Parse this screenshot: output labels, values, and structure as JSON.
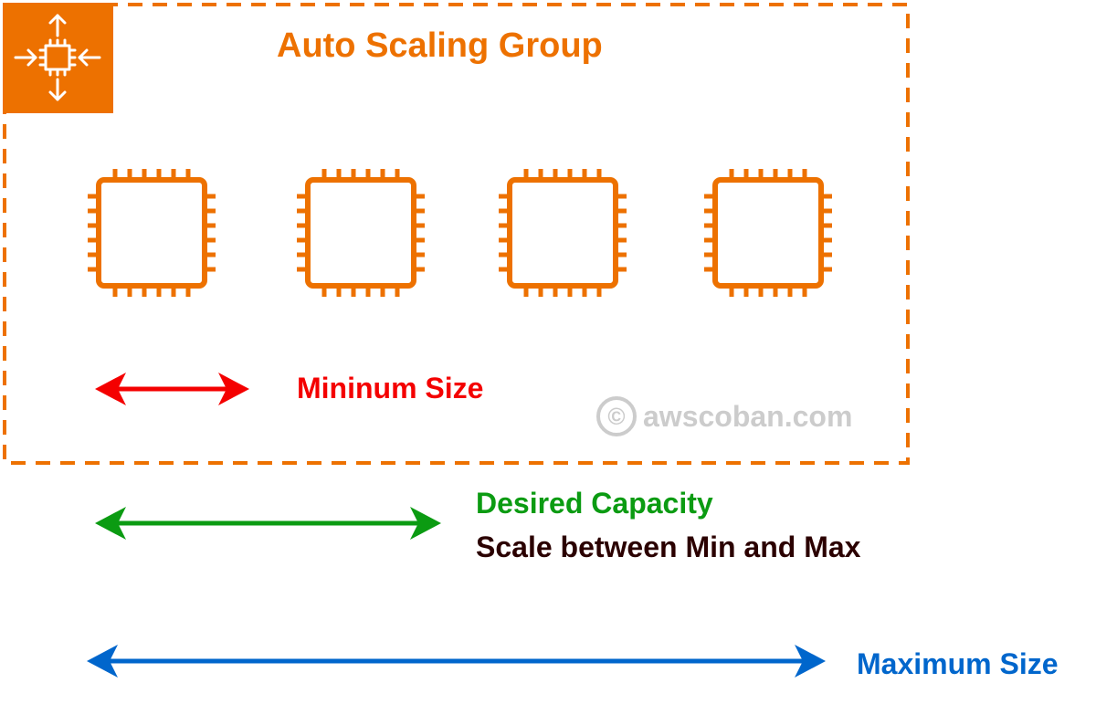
{
  "colors": {
    "orange": "#ED7100",
    "red": "#F40000",
    "green": "#0B9B12",
    "blue": "#0066CC",
    "dark": "#2B0000",
    "watermark": "#CCCCCC",
    "white": "#FFFFFF"
  },
  "group": {
    "title": "Auto Scaling Group",
    "icon": "auto-scaling-icon"
  },
  "instances": [
    {
      "icon": "ec2-instance-icon"
    },
    {
      "icon": "ec2-instance-icon"
    },
    {
      "icon": "ec2-instance-icon"
    },
    {
      "icon": "ec2-instance-icon"
    }
  ],
  "labels": {
    "min": "Mininum Size",
    "desired": "Desired Capacity",
    "scale": "Scale between Min and Max",
    "max": "Maximum Size"
  },
  "watermark": {
    "symbol": "©",
    "text": "awscoban.com"
  }
}
